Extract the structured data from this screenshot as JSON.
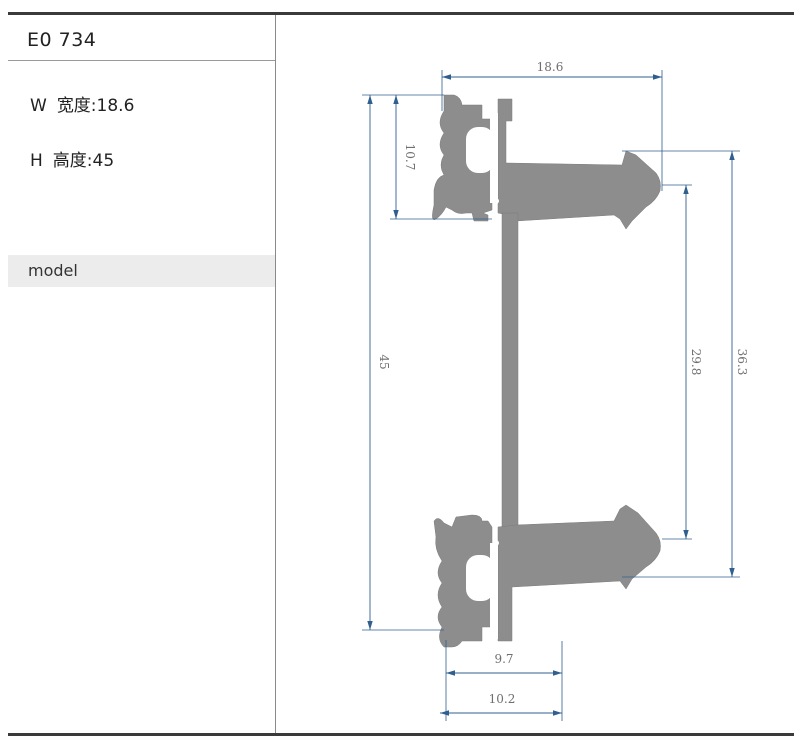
{
  "product": {
    "code": "E0 734",
    "width": {
      "letter": "W",
      "label": "宽度:",
      "value": "18.6"
    },
    "height": {
      "letter": "H",
      "label": "高度:",
      "value": "45"
    },
    "model_label": "model"
  },
  "dimensions": {
    "top_width": "18.6",
    "head_height": "10.7",
    "total_height": "45",
    "inner_span": "29.8",
    "outer_span": "36.3",
    "base_width_inner": "9.7",
    "base_width_outer": "10.2"
  },
  "colors": {
    "profile": "#8d8d8d",
    "dimension_line": "#2f5f8f",
    "rule": "#3a3a3a"
  }
}
